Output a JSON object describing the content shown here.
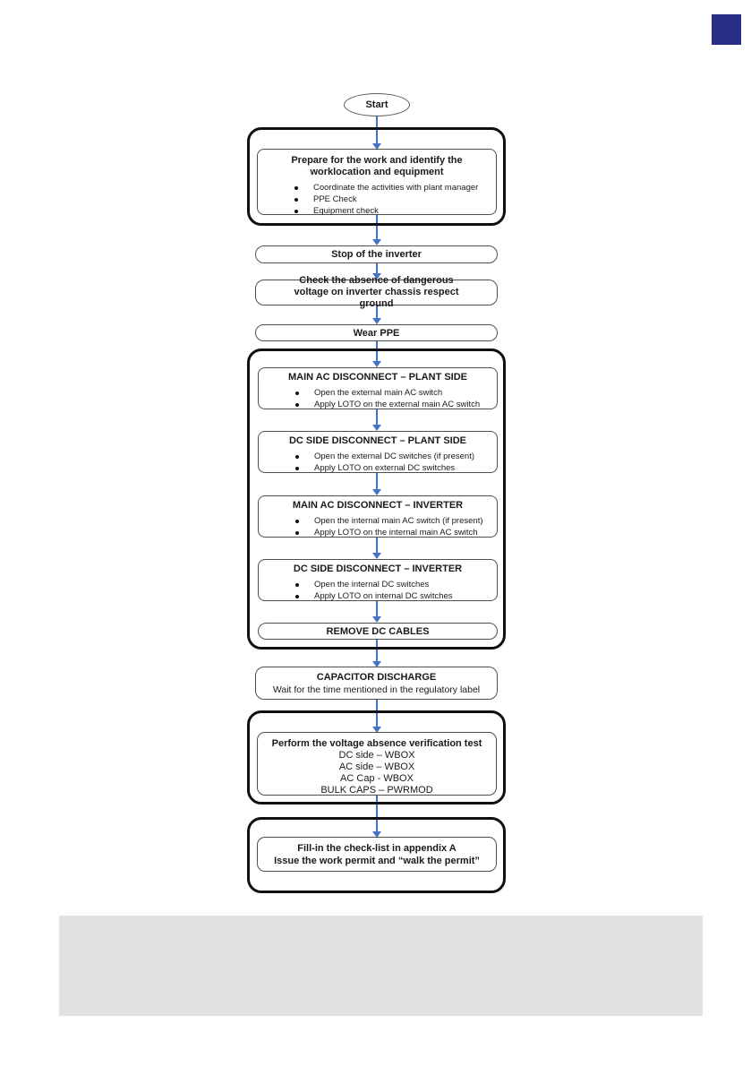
{
  "flow": {
    "start_label": "Start",
    "prepare": {
      "title": "Prepare for the work and identify the worklocation and equipment",
      "bullets": [
        "Coordinate the activities with plant manager",
        "PPE Check",
        "Equipment check"
      ]
    },
    "stop_inverter": "Stop of the inverter",
    "check_voltage": "Check the absence of dangerous voltage on inverter chassis respect ground",
    "wear_ppe": "Wear PPE",
    "disconnect_steps": [
      {
        "title": "MAIN AC DISCONNECT – PLANT SIDE",
        "bullets": [
          "Open the external main AC switch",
          "Apply LOTO on the external main AC switch"
        ]
      },
      {
        "title": "DC SIDE DISCONNECT – PLANT SIDE",
        "bullets": [
          "Open the external DC switches (if present)",
          "Apply LOTO on external DC switches"
        ]
      },
      {
        "title": "MAIN AC DISCONNECT – INVERTER",
        "bullets": [
          "Open the internal main AC switch (if present)",
          "Apply LOTO on the internal main AC switch"
        ]
      },
      {
        "title": "DC SIDE DISCONNECT – INVERTER",
        "bullets": [
          "Open the internal DC switches",
          "Apply LOTO on internal DC switches"
        ]
      }
    ],
    "remove_dc_cables": "REMOVE DC CABLES",
    "capacitor": {
      "title": "CAPACITOR DISCHARGE",
      "subtitle": "Wait for the time mentioned in the regulatory label"
    },
    "verification": {
      "title": "Perform the voltage absence verification test",
      "lines": [
        "DC side – WBOX",
        "AC side – WBOX",
        "AC Cap - WBOX",
        "BULK CAPS – PWRMOD"
      ]
    },
    "final": {
      "line1": "Fill-in the check-list in appendix A",
      "line2": "Issue the work permit and “walk the permit”"
    }
  },
  "colors": {
    "arrow": "#4472c4",
    "corner_marker": "#2a2d85",
    "footer_panel": "#e1e1df"
  }
}
